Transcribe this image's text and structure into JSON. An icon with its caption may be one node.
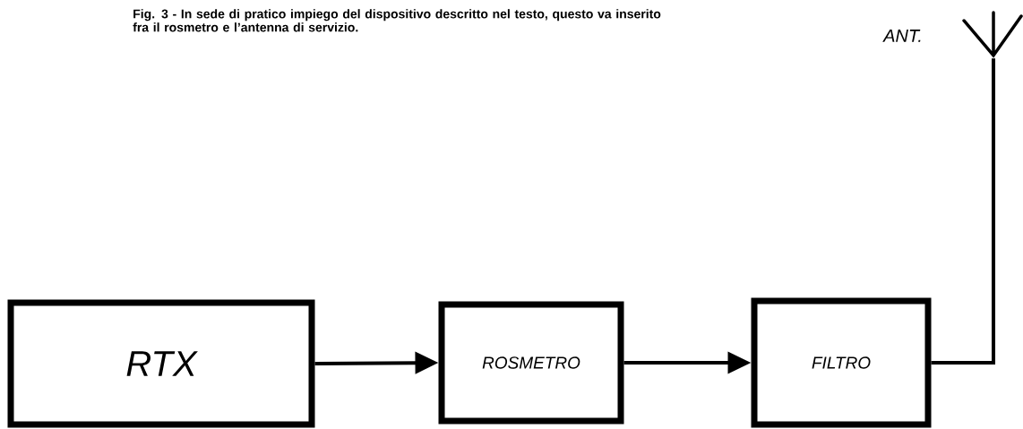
{
  "diagram": {
    "caption": "Fig. 3 - In sede di pratico impiego del dispositivo descritto nel testo, questo va inserito fra il rosmetro e l’antenna di servizio.",
    "nodes": [
      {
        "text": [
          "RTX"
        ]
      },
      {
        "text": [
          "ROSMETRO"
        ]
      },
      {
        "text": [
          "FILTRO"
        ]
      },
      {
        "text": [],
        "shape": "antenna",
        "beside": [
          "ANT."
        ]
      }
    ],
    "edges": [
      {
        "from": 0,
        "to": 1,
        "arrow": "to"
      },
      {
        "from": 1,
        "to": 2,
        "arrow": "to"
      },
      {
        "from": 2,
        "to": 3,
        "arrow": "none"
      }
    ]
  }
}
